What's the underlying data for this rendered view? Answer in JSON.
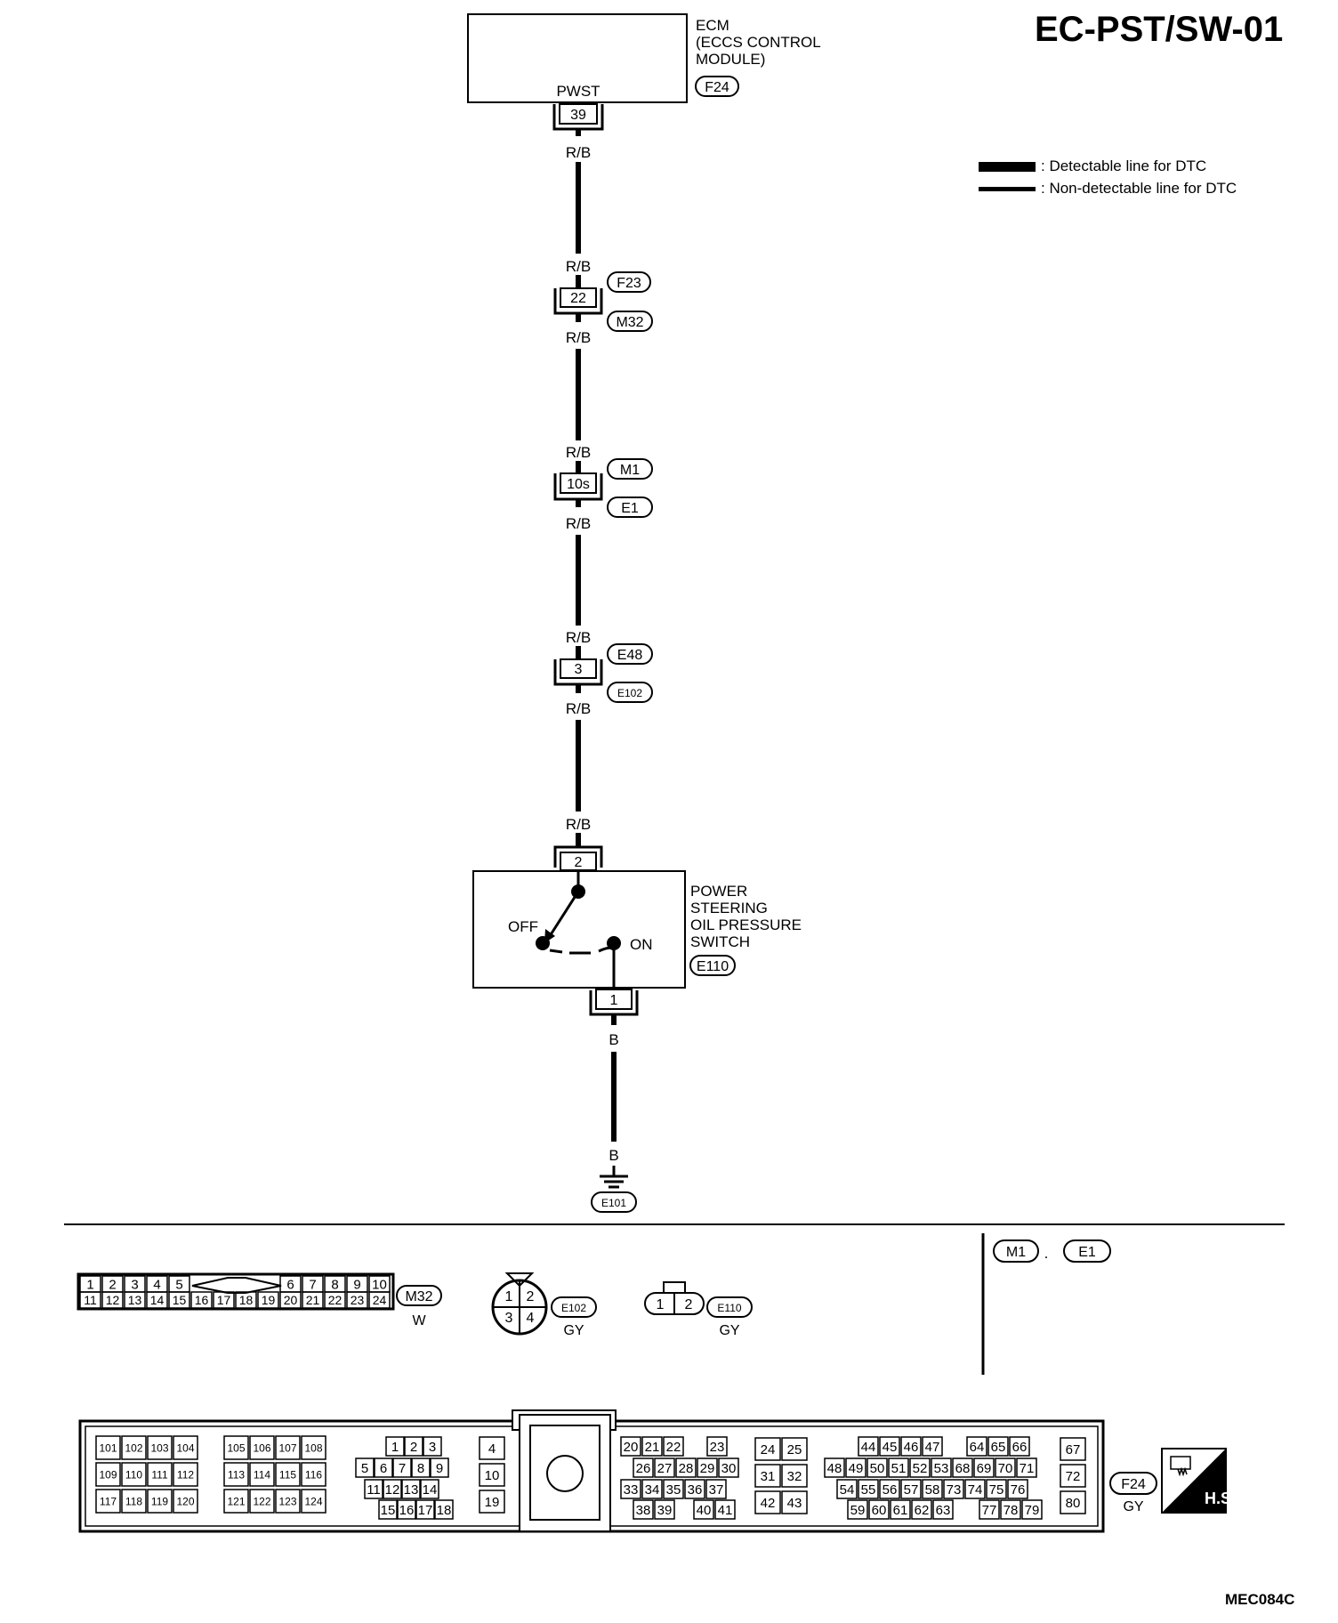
{
  "page": {
    "title": "EC-PST/SW-01",
    "code": "MEC084C"
  },
  "legend": {
    "detectable": ": Detectable line for DTC",
    "non_detectable": ": Non-detectable line for DTC"
  },
  "ecm": {
    "line1": "ECM",
    "line2": "(ECCS CONTROL",
    "line3": "MODULE)",
    "connector": "F24",
    "terminal_name": "PWST",
    "pin": "39"
  },
  "wires": {
    "rb": "R/B",
    "b": "B"
  },
  "joints": [
    {
      "pin": "22",
      "top_conn": "F23",
      "bottom_conn": "M32"
    },
    {
      "pin": "10s",
      "top_conn": "M1",
      "bottom_conn": "E1"
    },
    {
      "pin": "3",
      "top_conn": "E48",
      "bottom_conn": "E102"
    }
  ],
  "switch": {
    "line1": "POWER",
    "line2": "STEERING",
    "line3": "OIL PRESSURE",
    "line4": "SWITCH",
    "connector": "E110",
    "pin_top": "2",
    "pin_bottom": "1",
    "off": "OFF",
    "on": "ON"
  },
  "ground": {
    "connector": "E101"
  },
  "connectors": {
    "m32": {
      "id": "M32",
      "color": "W",
      "row1_left": [
        "1",
        "2",
        "3",
        "4",
        "5"
      ],
      "row1_right": [
        "6",
        "7",
        "8",
        "9",
        "10"
      ],
      "row2": [
        "11",
        "12",
        "13",
        "14",
        "15",
        "16",
        "17",
        "18",
        "19",
        "20",
        "21",
        "22",
        "23",
        "24"
      ]
    },
    "e102": {
      "id": "E102",
      "color": "GY",
      "pins": [
        "1",
        "2",
        "3",
        "4"
      ]
    },
    "e110": {
      "id": "E110",
      "color": "GY",
      "pins": [
        "1",
        "2"
      ]
    },
    "m1e1": {
      "ids": [
        "M1",
        "E1"
      ],
      "sep": "."
    },
    "f24": {
      "id": "F24",
      "color": "GY",
      "hs": "H.S.",
      "g1": [
        [
          "101",
          "102",
          "103",
          "104"
        ],
        [
          "109",
          "110",
          "111",
          "112"
        ],
        [
          "117",
          "118",
          "119",
          "120"
        ]
      ],
      "g2": [
        [
          "105",
          "106",
          "107",
          "108"
        ],
        [
          "113",
          "114",
          "115",
          "116"
        ],
        [
          "121",
          "122",
          "123",
          "124"
        ]
      ],
      "g3": [
        [
          "1",
          "2",
          "3"
        ],
        [
          "5",
          "6",
          "7",
          "8",
          "9"
        ],
        [
          "11",
          "12",
          "13",
          "14"
        ],
        [
          "15",
          "16",
          "17",
          "18"
        ]
      ],
      "g4": [
        "4",
        "10",
        "19"
      ],
      "g5": [
        [
          "20",
          "21",
          "22",
          "23"
        ],
        [
          "26",
          "27",
          "28",
          "29",
          "30"
        ],
        [
          "33",
          "34",
          "35",
          "36",
          "37"
        ],
        [
          "38",
          "39",
          "40",
          "41"
        ]
      ],
      "g6": [
        [
          "24",
          "25"
        ],
        [
          "31",
          "32"
        ],
        [
          "42",
          "43"
        ]
      ],
      "g7": [
        [
          "44",
          "45",
          "46",
          "47",
          "64",
          "65",
          "66"
        ],
        [
          "48",
          "49",
          "50",
          "51",
          "52",
          "53",
          "68",
          "69",
          "70",
          "71"
        ],
        [
          "54",
          "55",
          "56",
          "57",
          "58",
          "73",
          "74",
          "75",
          "76"
        ],
        [
          "59",
          "60",
          "61",
          "62",
          "63",
          "77",
          "78",
          "79"
        ]
      ],
      "g8": [
        "67",
        "72",
        "80"
      ]
    }
  }
}
